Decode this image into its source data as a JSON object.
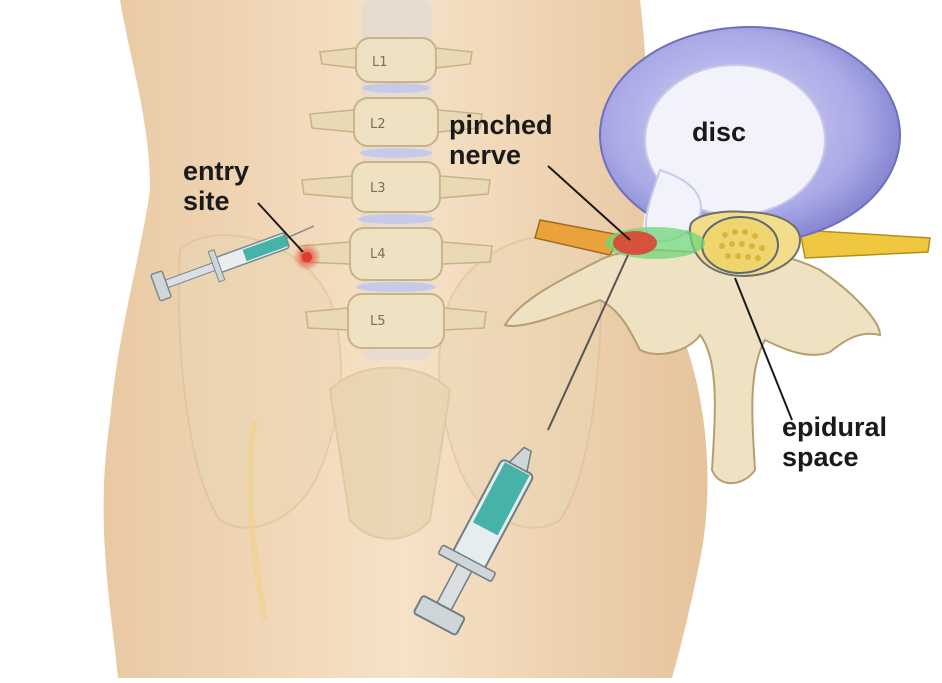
{
  "labels": {
    "entry_site": [
      "entry",
      "site"
    ],
    "pinched_nerve": [
      "pinched",
      "nerve"
    ],
    "disc": "disc",
    "epidural_space": [
      "epidural",
      "space"
    ]
  },
  "vertebrae": [
    "L1",
    "L2",
    "L3",
    "L4",
    "L5"
  ],
  "colors": {
    "skin": "#f2d9b8",
    "bone": "#efe2c2",
    "disc_outer": "#9f9fe0",
    "disc_inner": "#f2f2fa",
    "nerve": "#f0c840",
    "inflammation": "#e23a2e",
    "epidural": "#6fd67a",
    "syringe_fluid": "#2aa79a"
  }
}
